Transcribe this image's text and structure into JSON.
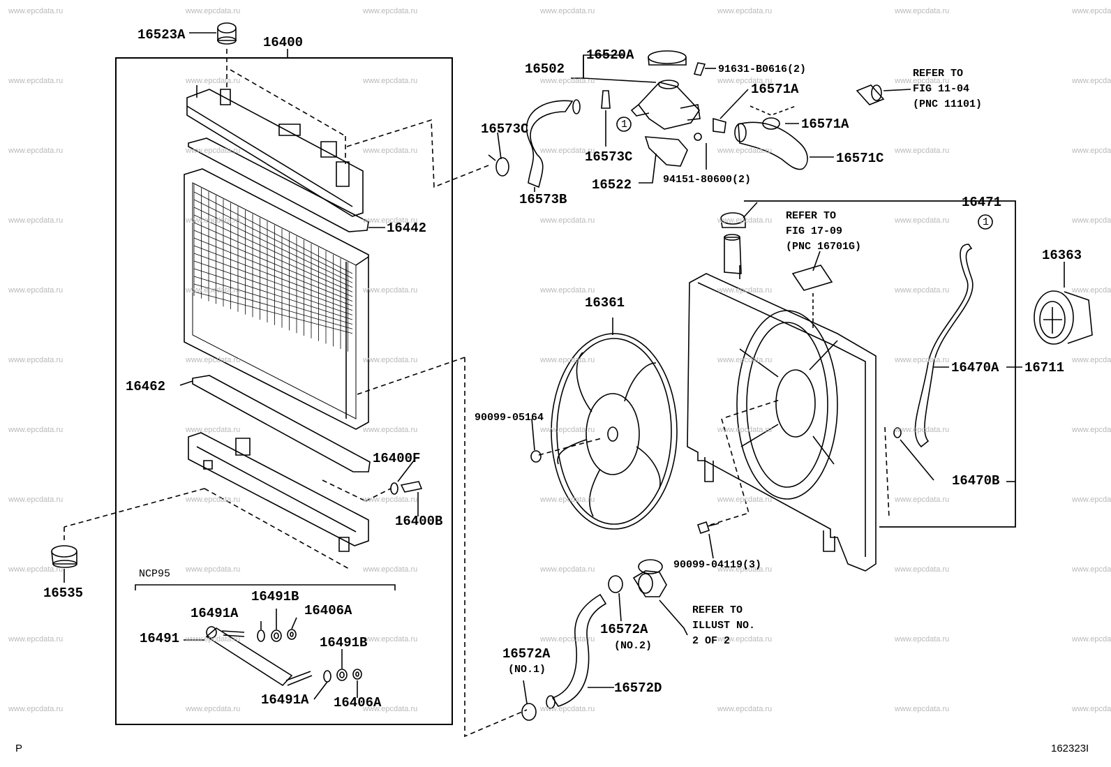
{
  "watermark": "www.epcdata.ru",
  "parts": {
    "p16523A": "16523A",
    "p16400": "16400",
    "p16442": "16442",
    "p16462": "16462",
    "p16400F": "16400F",
    "p16400B": "16400B",
    "p16535": "16535",
    "p16502": "16502",
    "p16520A": "16520A",
    "p91631": "91631-B0616(2)",
    "p16571A_1": "16571A",
    "p16571A_2": "16571A",
    "p16571C": "16571C",
    "p16573C_1": "16573C",
    "p16573C_2": "16573C",
    "p16573B": "16573B",
    "p16522": "16522",
    "p94151": "94151-80600(2)",
    "p16471": "16471",
    "p16363": "16363",
    "p16361": "16361",
    "p16470A": "16470A",
    "p16711": "16711",
    "p16470B": "16470B",
    "p90099_05164": "90099-05164",
    "p90099_04119": "90099-04119(3)",
    "p16572A_1": "16572A",
    "p16572A_1_note": "(NO.2)",
    "p16572A_2": "16572A",
    "p16572A_2_note": "(NO.1)",
    "p16572D": "16572D",
    "ncp95": "NCP95",
    "p16491B_1": "16491B",
    "p16491A_1": "16491A",
    "p16406A_1": "16406A",
    "p16491": "16491",
    "p16491B_2": "16491B",
    "p16491A_2": "16491A",
    "p16406A_2": "16406A",
    "callout1a": "1",
    "callout1b": "1"
  },
  "references": {
    "ref_fig1104": "REFER TO\nFIG 11-04\n(PNC 11101)",
    "ref_fig1709": "REFER TO\nFIG 17-09\n(PNC 16701G)",
    "ref_illust": "REFER TO\nILLUST NO.\n2 OF 2"
  },
  "footer": {
    "left": "P",
    "right": "162323I"
  }
}
